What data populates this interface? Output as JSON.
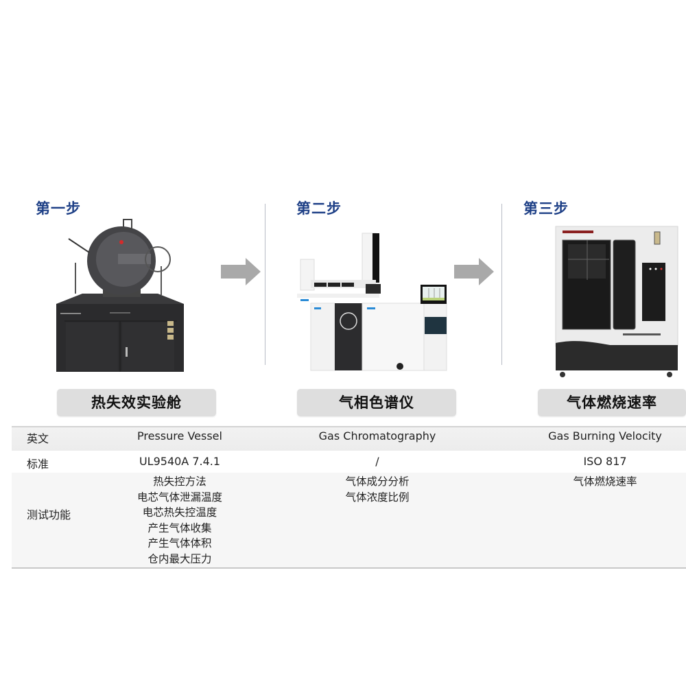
{
  "steps": [
    {
      "step_label": "第一步",
      "device_name": "热失效实验舱",
      "english": "Pressure Vessel",
      "standard": "UL9540A 7.4.1",
      "functions": [
        "热失控方法",
        "电芯气体泄漏温度",
        "电芯热失控温度",
        "产生气体收集",
        "产生气体体积",
        "仓内最大压力"
      ],
      "image_icon": "pressure-vessel-image"
    },
    {
      "step_label": "第二步",
      "device_name": "气相色谱仪",
      "english": "Gas Chromatography",
      "standard": "/",
      "functions": [
        "气体成分分析",
        "气体浓度比例"
      ],
      "image_icon": "gas-chromatograph-image"
    },
    {
      "step_label": "第三步",
      "device_name": "气体燃烧速率",
      "english": "Gas Burning Velocity",
      "standard": "ISO 817",
      "functions": [
        "气体燃烧速率"
      ],
      "image_icon": "burning-velocity-tester-image"
    }
  ],
  "table": {
    "row_labels": {
      "english": "英文",
      "standard": "标准",
      "functions": "测试功能"
    }
  },
  "colors": {
    "step_title": "#1d3f86",
    "arrow": "#a9a9a9",
    "badge_bg": "#dedede",
    "divider": "#b8bcc6"
  }
}
